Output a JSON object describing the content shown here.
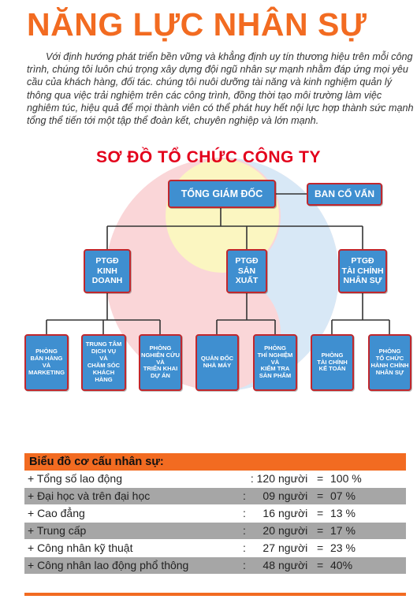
{
  "header": {
    "title": "NĂNG LỰC NHÂN SỰ",
    "intro": "Với định hướng phát triển bền vững và khẳng định uy tín thương hiệu trên mỗi công trình, chúng tôi luôn chú trọng xây dựng đội ngũ nhân sự mạnh nhằm đáp ứng mọi yêu cầu của khách hàng, đối tác. chúng tôi nuôi dưỡng tài năng và kinh nghiệm quản lý thông qua việc trải nghiệm trên các công trình, đồng thời tạo môi trường làm việc nghiêm túc, hiệu quả để mọi thành viên có thể phát huy hết nội lực hợp thành sức mạnh tổng thể tiến tới một tập thể đoàn kết, chuyên nghiệp và lớn mạnh."
  },
  "org_chart": {
    "title": "SƠ ĐỒ TỔ CHỨC CÔNG TY",
    "ceo": "TỔNG GIÁM ĐỐC",
    "advisor": "BAN CỐ VẤN",
    "deputies": [
      {
        "label": "PTGĐ\nKINH\nDOANH"
      },
      {
        "label": "PTGĐ\nSẢN\nXUẤT"
      },
      {
        "label": "PTGĐ\nTÀI CHÍNH\nNHÂN SỰ"
      }
    ],
    "departments": [
      {
        "label": "PHÒNG\nBÁN HÀNG\nVÀ\nMARKETING"
      },
      {
        "label": "TRUNG TÂM\nDỊCH VỤ\nVÀ\nCHĂM SÓC\nKHÁCH HÀNG"
      },
      {
        "label": "PHÒNG\nNGHIÊN CỨU\nVÀ\nTRIỂN KHAI\nDỰ ÁN"
      },
      {
        "label": "QUẢN ĐỐC\nNHÀ MÁY"
      },
      {
        "label": "PHÒNG\nTHÍ NGHIỆM\nVÀ\nKIỂM TRA\nSẢN PHẨM"
      },
      {
        "label": "PHÒNG\nTÀI CHÍNH\nKẾ TOÁN"
      },
      {
        "label": "PHÒNG\nTỔ CHỨC\nHÀNH CHÍNH\nNHÂN SỰ"
      }
    ],
    "colors": {
      "box": "#3f8fd0",
      "border": "#c0272d",
      "lines": "#333333"
    }
  },
  "stats": {
    "title": "Biểu đồ cơ cấu nhân sự:",
    "rows": [
      {
        "label": "+ Tổng số lao động",
        "count": ": 120",
        "unit": "người",
        "eq": "=",
        "pct": "100 %"
      },
      {
        "label": "+ Đại học và trên đại học",
        "count": "09",
        "unit": "người",
        "eq": "=",
        "pct": "07 %"
      },
      {
        "label": "+ Cao đẳng",
        "count": "16",
        "unit": "người",
        "eq": "=",
        "pct": "13 %"
      },
      {
        "label": "+ Trung cấp",
        "count": "20",
        "unit": "người",
        "eq": "=",
        "pct": "17 %"
      },
      {
        "label": "+ Công nhân kỹ thuật",
        "count": "27",
        "unit": "người",
        "eq": "=",
        "pct": "23 %"
      },
      {
        "label": "+ Công nhân lao động phổ thông",
        "count": "48",
        "unit": "người",
        "eq": "=",
        "pct": "40%"
      }
    ],
    "colors": {
      "accent": "#f26b21",
      "shade": "#a6a6a6"
    }
  }
}
